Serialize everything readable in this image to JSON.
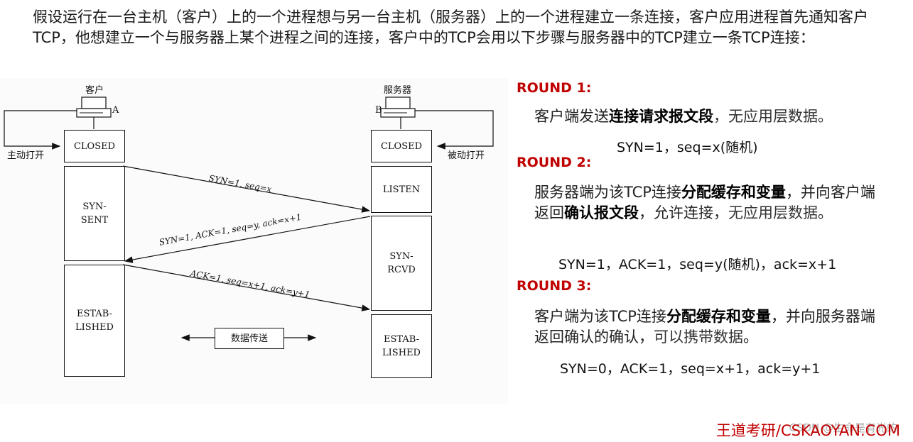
{
  "intro_text": "假设运行在一台主机（客户）上的一个进程想与另一台主机（服务器）上的一个进程建立一条连接，客户应用进程首先通知客户TCP，他想建立一个与服务器上某个进程之间的连接，客户中的TCP会用以下步骤与服务器中的TCP建立一条TCP连接：",
  "diagram": {
    "client_label": "客户",
    "server_label": "服务器",
    "client_letter": "A",
    "server_letter": "B",
    "active_open": "主动打开",
    "passive_open": "被动打开",
    "client_states": [
      "CLOSED",
      "SYN-\nSENT",
      "ESTAB-\nLISHED"
    ],
    "server_states": [
      "CLOSED",
      "LISTEN",
      "SYN-\nRCVD",
      "ESTAB-\nLISHED"
    ],
    "messages": [
      "SYN=1, seq=x",
      "SYN=1, ACK=1, seq=y, ack=x+1",
      "ACK=1, seq=x+1, ack=y+1"
    ],
    "data_transfer": "数据传送"
  },
  "rounds": [
    {
      "title": "ROUND 1:",
      "desc_parts": [
        "客户端发送",
        "连接请求报文段",
        "，无应用层数据。"
      ],
      "formula": "SYN=1，seq=x(随机)"
    },
    {
      "title": "ROUND 2:",
      "desc_parts": [
        "服务器端为该TCP连接",
        "分配缓存和变量",
        "，并向客户端返回",
        "确认报文段",
        "，允许连接，",
        "无应用层数据",
        "。"
      ],
      "formula": "SYN=1，ACK=1，seq=y(随机)，ack=x+1"
    },
    {
      "title": "ROUND 3:",
      "desc_parts": [
        "客户端为该TCP连接",
        "分配缓存和变量",
        "，并向服务器端返回确认的确认，",
        "可以携带数据",
        "。"
      ],
      "formula": "SYN=0，ACK=1，seq=x+1，ack=y+1"
    }
  ],
  "footer": "王道考研/CSKAOYAN.COM",
  "watermark_csdn": "CSDN @生命是有光的"
}
